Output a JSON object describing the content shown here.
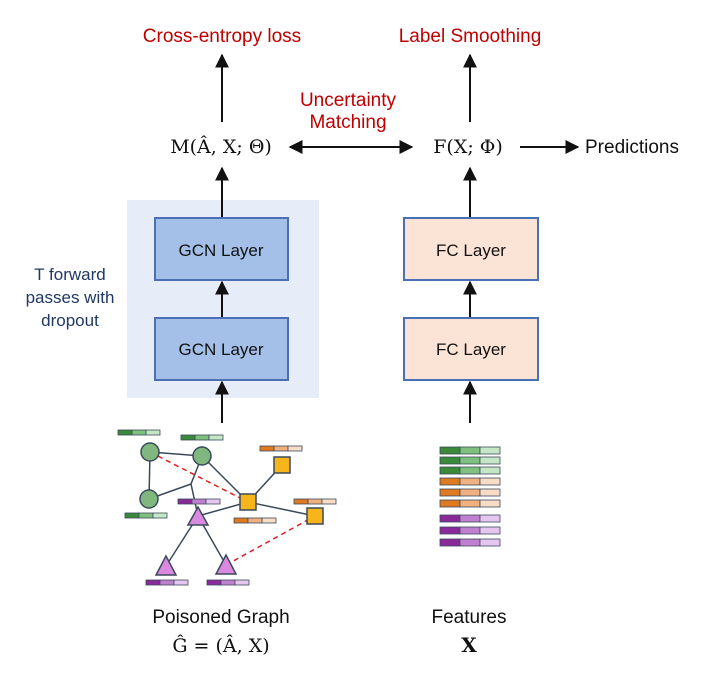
{
  "left_branch": {
    "loss_label": "Cross-entropy loss",
    "model_formula": "M(Â, X; Θ)",
    "layers": [
      "GCN Layer",
      "GCN Layer"
    ],
    "side_note_lines": [
      "T forward",
      "passes with",
      "dropout"
    ],
    "input_title": "Poisoned Graph",
    "input_formula": "Ĝ = (Â, X)"
  },
  "center": {
    "link_label_lines": [
      "Uncertainty",
      "Matching"
    ]
  },
  "right_branch": {
    "loss_label": "Label Smoothing",
    "model_formula": "F(X; Φ)",
    "output_label": "Predictions",
    "layers": [
      "FC Layer",
      "FC Layer"
    ],
    "input_title": "Features",
    "input_formula": "X"
  },
  "colors": {
    "loss_text": "#c00000",
    "side_note_text": "#1f3864",
    "gcn_fill": "#a4bfe8",
    "gcn_stroke": "#4a6fb5",
    "gcn_panel": "#e6ecf8",
    "fc_fill": "#fbe3d6",
    "fc_stroke": "#4a6fb5",
    "node_green": "#7fb77e",
    "node_orange": "#f6b51a",
    "node_purple": "#d98ae0",
    "edge_poison": "#e02020"
  }
}
